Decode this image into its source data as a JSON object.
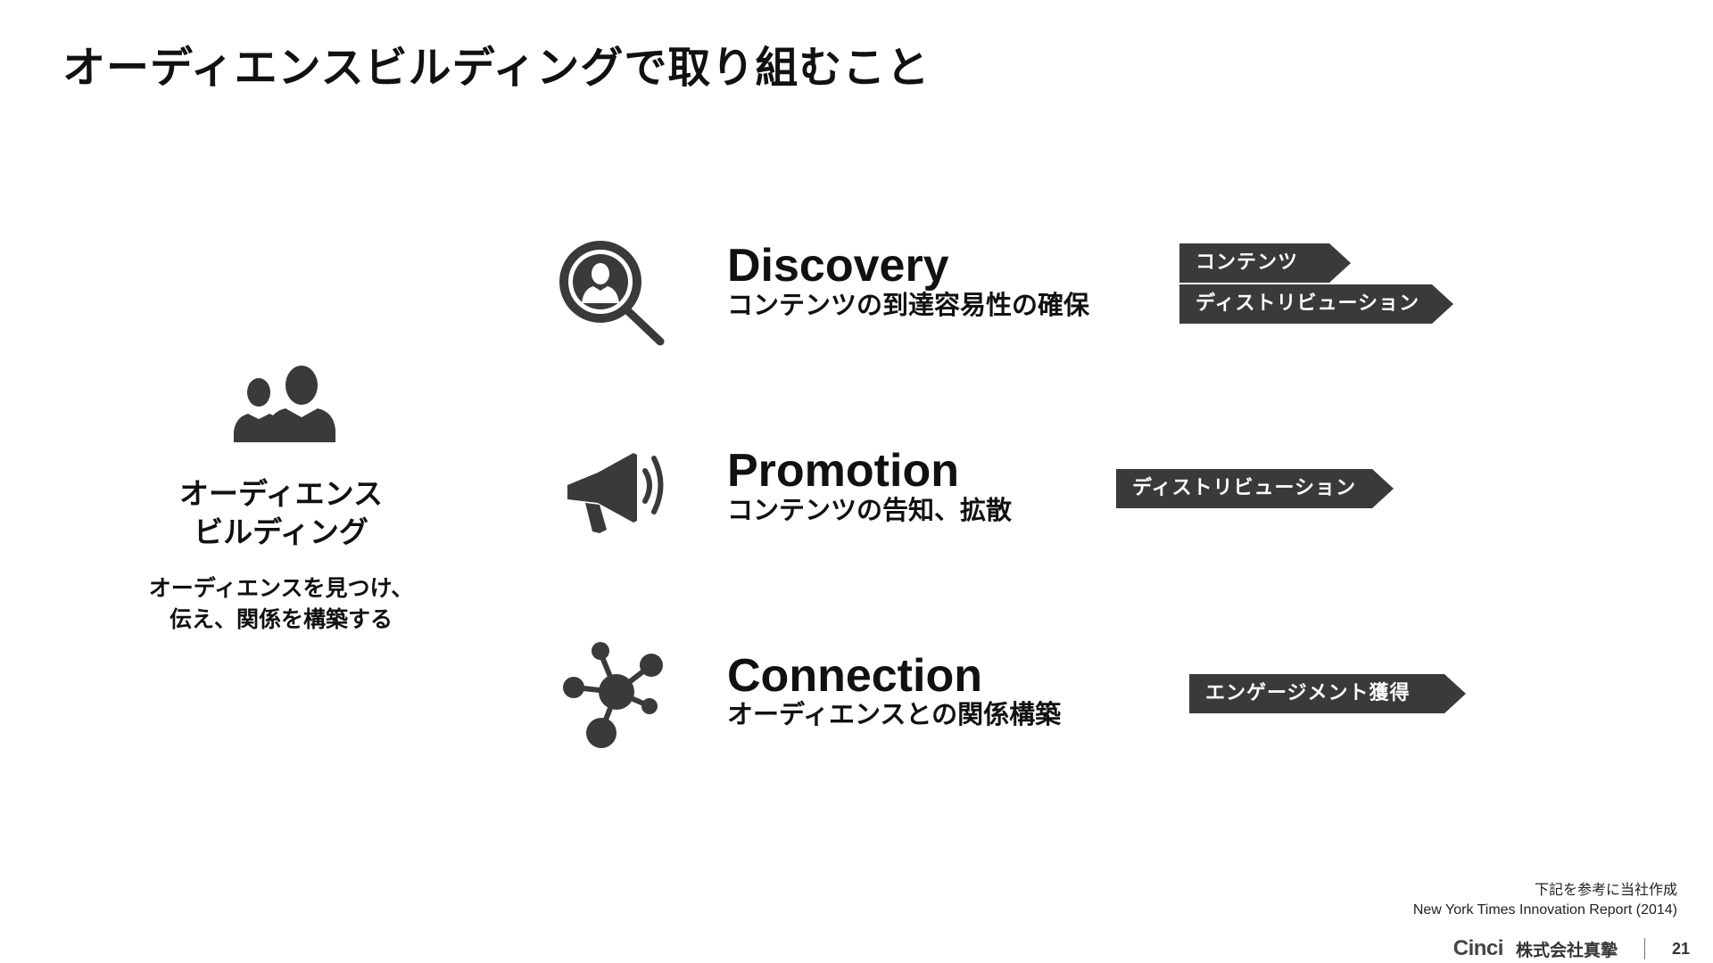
{
  "slide": {
    "title": "オーディエンスビルディングで取り組むこと",
    "page_number": "21"
  },
  "left": {
    "icon": "people-icon",
    "heading_line1": "オーディエンス",
    "heading_line2": "ビルディング",
    "desc_line1": "オーディエンスを見つけ、",
    "desc_line2": "伝え、関係を構築する"
  },
  "items": [
    {
      "icon": "magnifier-person-icon",
      "term": "Discovery",
      "subtitle": "コンテンツの到達容易性の確保",
      "tags": [
        "コンテンツ",
        "ディストリビューション"
      ]
    },
    {
      "icon": "megaphone-icon",
      "term": "Promotion",
      "subtitle": "コンテンツの告知、拡散",
      "tags": [
        "ディストリビューション"
      ]
    },
    {
      "icon": "network-icon",
      "term": "Connection",
      "subtitle": "オーディエンスとの関係構築",
      "tags": [
        "エンゲージメント獲得"
      ]
    }
  ],
  "footnote": {
    "line1": "下記を参考に当社作成",
    "line2": "New York Times Innovation Report (2014)"
  },
  "footer": {
    "logo": "Cinci",
    "company": "株式会社真摯"
  },
  "colors": {
    "tag_bg": "#3a3a3a",
    "icon": "#3a3a3a",
    "text": "#111111"
  }
}
